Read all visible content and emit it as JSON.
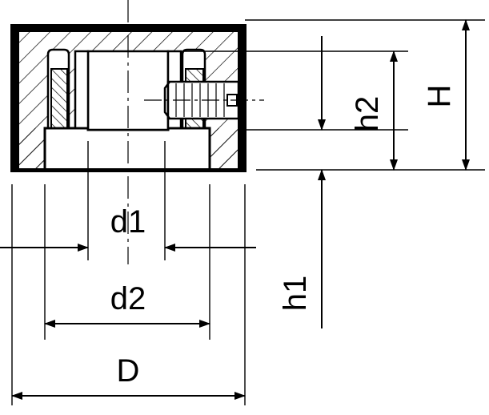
{
  "drawing": {
    "labels": {
      "d1": "d1",
      "d2": "d2",
      "D": "D",
      "h1": "h1",
      "h2": "h2",
      "H": "H"
    }
  },
  "colors": {
    "line": "#000000",
    "background": "#ffffff"
  }
}
